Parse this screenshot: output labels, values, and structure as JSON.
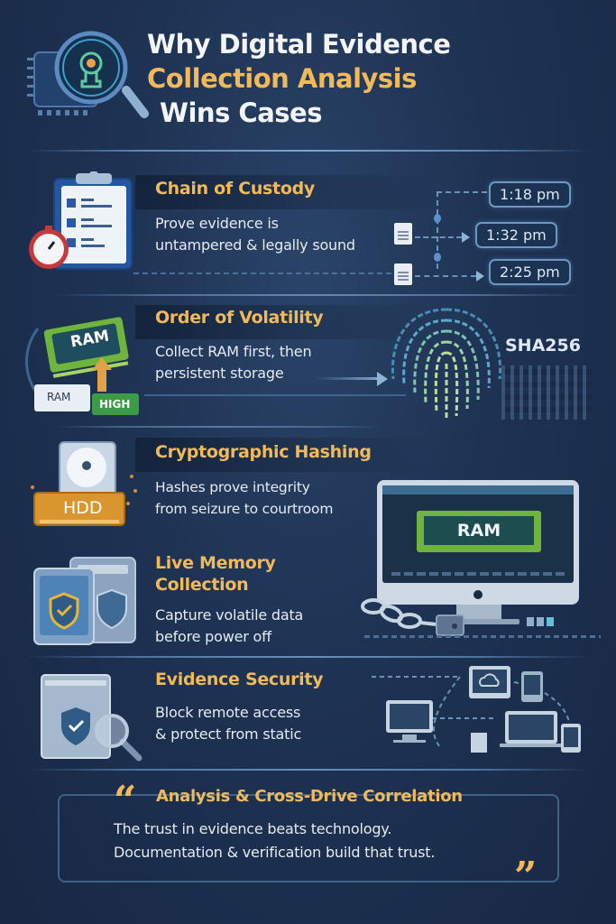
{
  "header": {
    "title_line1": "Why Digital Evidence",
    "title_line2": "Collection Analysis",
    "title_line3": "Wins Cases",
    "icon": "magnifier-chip-icon"
  },
  "colors": {
    "background": "#1e3253",
    "accent_gold": "#f0b95a",
    "text_light": "#e6ebf1",
    "line_blue": "#6f98bf",
    "ram_green": "#5fa83a",
    "hdd_orange": "#d9952e"
  },
  "sections": [
    {
      "title": "Chain of Custody",
      "desc_line1": "Prove evidence is",
      "desc_line2": "untampered & legally sound",
      "icon": "clipboard-stopwatch-icon",
      "timeline": [
        "1:18 pm",
        "1:32 pm",
        "2:25 pm"
      ]
    },
    {
      "title": "Order of Volatility",
      "desc_line1": "Collect RAM first, then",
      "desc_line2": "persistent storage",
      "icon": "ram-chip-priority-icon",
      "labels": {
        "chip": "RAM",
        "small": "RAM",
        "priority": "HIGH"
      },
      "hash_label": "SHA256"
    },
    {
      "title": "Cryptographic Hashing",
      "desc_line1": "Hashes prove integrity",
      "desc_line2": "from seizure to courtroom",
      "icon": "hard-drive-icon",
      "labels": {
        "drive": "HDD"
      },
      "monitor_label": "RAM"
    },
    {
      "title_line1": "Live Memory",
      "title_line2": "Collection",
      "desc_line1": "Capture volatile data",
      "desc_line2": "before power off",
      "icon": "shield-devices-icon"
    },
    {
      "title": "Evidence Security",
      "desc_line1": "Block remote access",
      "desc_line2": "& protect from static",
      "icon": "evidence-bag-magnifier-icon"
    }
  ],
  "quote": {
    "title": "Analysis & Cross-Drive Correlation",
    "line1": "The trust in evidence beats technology.",
    "line2": "Documentation & verification build that trust.",
    "open_mark": "“",
    "close_mark": "”"
  }
}
